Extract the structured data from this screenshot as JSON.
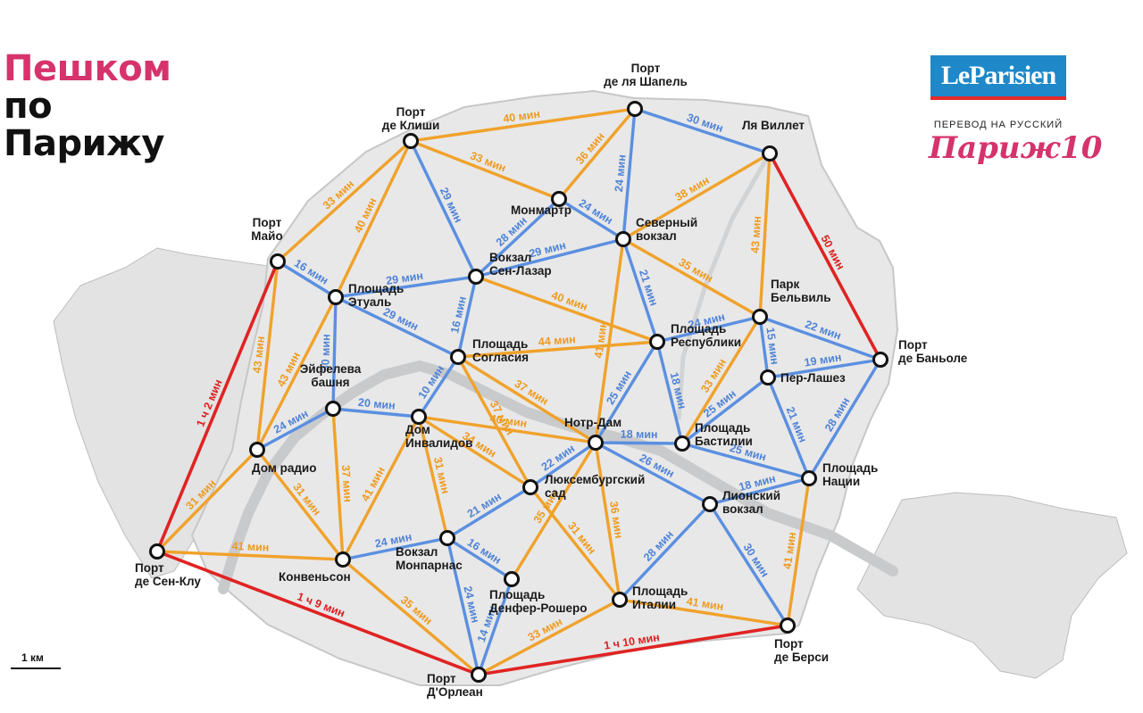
{
  "title": {
    "line1": "Пешком",
    "line2": "по",
    "line3": "Парижу"
  },
  "logo": {
    "text": "LeParisien",
    "translation": "ПЕРЕВОД НА РУССКИЙ",
    "brand": "Париж10"
  },
  "scale": {
    "label": "1 км"
  },
  "colors": {
    "blue": "#5b8fe0",
    "orange": "#f0a22b",
    "red": "#e02323",
    "title_pink": "#d6336c",
    "land": "#e6e6e6",
    "water": "#c9cacc"
  },
  "stations": [
    {
      "id": "clichy",
      "lines": [
        "Порт",
        "де Клиши"
      ]
    },
    {
      "id": "chapelle",
      "lines": [
        "Порт",
        "де ля Шапель"
      ]
    },
    {
      "id": "villette",
      "lines": [
        "Ля Виллет"
      ]
    },
    {
      "id": "montmartre",
      "lines": [
        "Монмартр"
      ]
    },
    {
      "id": "nord",
      "lines": [
        "Северный",
        "вокзал"
      ]
    },
    {
      "id": "maillot",
      "lines": [
        "Порт",
        "Майо"
      ]
    },
    {
      "id": "etoile",
      "lines": [
        "Площадь",
        "Этуаль"
      ]
    },
    {
      "id": "lazare",
      "lines": [
        "Вокзал",
        "Сен-Лазар"
      ]
    },
    {
      "id": "belleville",
      "lines": [
        "Парк",
        "Бельвиль"
      ]
    },
    {
      "id": "bagnolet",
      "lines": [
        "Порт",
        "де Баньоле"
      ]
    },
    {
      "id": "concorde",
      "lines": [
        "Площадь",
        "Согласия"
      ]
    },
    {
      "id": "republique",
      "lines": [
        "Площадь",
        "Республики"
      ]
    },
    {
      "id": "lachaise",
      "lines": [
        "Пер-Лашез"
      ]
    },
    {
      "id": "eiffel",
      "lines": [
        "Эйфелева",
        "башня"
      ]
    },
    {
      "id": "invalides",
      "lines": [
        "Дом",
        "Инвалидов"
      ]
    },
    {
      "id": "notredame",
      "lines": [
        "Нотр-Дам"
      ]
    },
    {
      "id": "bastille",
      "lines": [
        "Площадь",
        "Бастилии"
      ]
    },
    {
      "id": "radio",
      "lines": [
        "Дом радио"
      ]
    },
    {
      "id": "nation",
      "lines": [
        "Площадь",
        "Нации"
      ]
    },
    {
      "id": "luxembourg",
      "lines": [
        "Люксембургский",
        "сад"
      ]
    },
    {
      "id": "lyon",
      "lines": [
        "Лионский",
        "вокзал"
      ]
    },
    {
      "id": "montparnasse",
      "lines": [
        "Вокзал",
        "Монпарнас"
      ]
    },
    {
      "id": "stcloud",
      "lines": [
        "Порт",
        "де Сен-Клу"
      ]
    },
    {
      "id": "convention",
      "lines": [
        "Конвеньсон"
      ]
    },
    {
      "id": "denfert",
      "lines": [
        "Площадь",
        "Денфер-Рошеро"
      ]
    },
    {
      "id": "italie",
      "lines": [
        "Площадь",
        "Италии"
      ]
    },
    {
      "id": "orleans",
      "lines": [
        "Порт",
        "Д'Орлеан"
      ]
    },
    {
      "id": "bercy",
      "lines": [
        "Порт",
        "де Берси"
      ]
    }
  ],
  "routes": [
    {
      "from": "clichy",
      "to": "chapelle",
      "time": "40 мин",
      "type": "orange"
    },
    {
      "from": "chapelle",
      "to": "villette",
      "time": "30 мин",
      "type": "blue"
    },
    {
      "from": "clichy",
      "to": "montmartre",
      "time": "33 мин",
      "type": "orange"
    },
    {
      "from": "chapelle",
      "to": "montmartre",
      "time": "36 мин",
      "type": "orange"
    },
    {
      "from": "chapelle",
      "to": "nord",
      "time": "24 мин",
      "type": "blue"
    },
    {
      "from": "villette",
      "to": "nord",
      "time": "38 мин",
      "type": "orange"
    },
    {
      "from": "montmartre",
      "to": "nord",
      "time": "24 мин",
      "type": "blue"
    },
    {
      "from": "montmartre",
      "to": "lazare",
      "time": "28 мин",
      "type": "blue"
    },
    {
      "from": "clichy",
      "to": "lazare",
      "time": "29 мин",
      "type": "blue"
    },
    {
      "from": "clichy",
      "to": "maillot",
      "time": "33 мин",
      "type": "orange"
    },
    {
      "from": "clichy",
      "to": "etoile",
      "time": "40 мин",
      "type": "orange"
    },
    {
      "from": "lazare",
      "to": "nord",
      "time": "29 мин",
      "type": "blue"
    },
    {
      "from": "villette",
      "to": "belleville",
      "time": "43 мин",
      "type": "orange"
    },
    {
      "from": "villette",
      "to": "bagnolet",
      "time": "50 мин",
      "type": "red"
    },
    {
      "from": "nord",
      "to": "belleville",
      "time": "35 мин",
      "type": "orange"
    },
    {
      "from": "nord",
      "to": "republique",
      "time": "21 мин",
      "type": "blue"
    },
    {
      "from": "nord",
      "to": "notredame",
      "time": "41 мин",
      "type": "orange"
    },
    {
      "from": "maillot",
      "to": "etoile",
      "time": "16 мин",
      "type": "blue"
    },
    {
      "from": "etoile",
      "to": "lazare",
      "time": "29 мин",
      "type": "blue"
    },
    {
      "from": "lazare",
      "to": "concorde",
      "time": "16 мин",
      "type": "blue"
    },
    {
      "from": "lazare",
      "to": "republique",
      "time": "40 мин",
      "type": "orange"
    },
    {
      "from": "etoile",
      "to": "concorde",
      "time": "29 мин",
      "type": "blue"
    },
    {
      "from": "etoile",
      "to": "eiffel",
      "time": "30 мин",
      "type": "blue"
    },
    {
      "from": "etoile",
      "to": "radio",
      "time": "43 мин",
      "type": "orange"
    },
    {
      "from": "maillot",
      "to": "radio",
      "time": "43 мин",
      "type": "orange"
    },
    {
      "from": "maillot",
      "to": "stcloud",
      "time": "1 ч 2 мин",
      "type": "red"
    },
    {
      "from": "concorde",
      "to": "republique",
      "time": "44 мин",
      "type": "orange"
    },
    {
      "from": "concorde",
      "to": "invalides",
      "time": "10 мин",
      "type": "blue"
    },
    {
      "from": "concorde",
      "to": "luxembourg",
      "time": "37 мин",
      "type": "orange"
    },
    {
      "from": "concorde",
      "to": "notredame",
      "time": "37 мин",
      "type": "orange"
    },
    {
      "from": "belleville",
      "to": "republique",
      "time": "24 мин",
      "type": "blue"
    },
    {
      "from": "belleville",
      "to": "bagnolet",
      "time": "22 мин",
      "type": "blue"
    },
    {
      "from": "belleville",
      "to": "lachaise",
      "time": "15 мин",
      "type": "blue"
    },
    {
      "from": "lachaise",
      "to": "bagnolet",
      "time": "19 мин",
      "type": "blue"
    },
    {
      "from": "belleville",
      "to": "bastille",
      "time": "33 мин",
      "type": "orange"
    },
    {
      "from": "republique",
      "to": "bastille",
      "time": "18 мин",
      "type": "blue"
    },
    {
      "from": "republique",
      "to": "notredame",
      "time": "25 мин",
      "type": "blue"
    },
    {
      "from": "lachaise",
      "to": "bastille",
      "time": "25 мин",
      "type": "blue"
    },
    {
      "from": "lachaise",
      "to": "nation",
      "time": "21 мин",
      "type": "blue"
    },
    {
      "from": "bagnolet",
      "to": "nation",
      "time": "28 мин",
      "type": "blue"
    },
    {
      "from": "eiffel",
      "to": "invalides",
      "time": "20 мин",
      "type": "blue"
    },
    {
      "from": "eiffel",
      "to": "radio",
      "time": "24 мин",
      "type": "blue"
    },
    {
      "from": "eiffel",
      "to": "convention",
      "time": "37 мин",
      "type": "orange"
    },
    {
      "from": "invalides",
      "to": "notredame",
      "time": "40 мин",
      "type": "orange"
    },
    {
      "from": "invalides",
      "to": "luxembourg",
      "time": "34 мин",
      "type": "orange"
    },
    {
      "from": "invalides",
      "to": "montparnasse",
      "time": "31 мин",
      "type": "orange"
    },
    {
      "from": "invalides",
      "to": "convention",
      "time": "41 мин",
      "type": "orange"
    },
    {
      "from": "notredame",
      "to": "bastille",
      "time": "18 мин",
      "type": "blue"
    },
    {
      "from": "notredame",
      "to": "luxembourg",
      "time": "22 мин",
      "type": "blue"
    },
    {
      "from": "notredame",
      "to": "lyon",
      "time": "26 мин",
      "type": "blue"
    },
    {
      "from": "notredame",
      "to": "italie",
      "time": "36 мин",
      "type": "orange"
    },
    {
      "from": "notredame",
      "to": "denfert",
      "time": "35 мин",
      "type": "orange"
    },
    {
      "from": "bastille",
      "to": "nation",
      "time": "25 мин",
      "type": "blue"
    },
    {
      "from": "radio",
      "to": "convention",
      "time": "31 мин",
      "type": "orange"
    },
    {
      "from": "radio",
      "to": "stcloud",
      "time": "31 мин",
      "type": "orange"
    },
    {
      "from": "nation",
      "to": "lyon",
      "time": "18 мин",
      "type": "blue"
    },
    {
      "from": "nation",
      "to": "bercy",
      "time": "41 мин",
      "type": "orange"
    },
    {
      "from": "luxembourg",
      "to": "montparnasse",
      "time": "21 мин",
      "type": "blue"
    },
    {
      "from": "luxembourg",
      "to": "italie",
      "time": "31 мин",
      "type": "orange"
    },
    {
      "from": "lyon",
      "to": "italie",
      "time": "28 мин",
      "type": "blue"
    },
    {
      "from": "lyon",
      "to": "bercy",
      "time": "30 мин",
      "type": "blue"
    },
    {
      "from": "montparnasse",
      "to": "convention",
      "time": "24 мин",
      "type": "blue"
    },
    {
      "from": "montparnasse",
      "to": "denfert",
      "time": "16 мин",
      "type": "blue"
    },
    {
      "from": "montparnasse",
      "to": "orleans",
      "time": "24 мин",
      "type": "blue"
    },
    {
      "from": "stcloud",
      "to": "convention",
      "time": "41 мин",
      "type": "orange"
    },
    {
      "from": "stcloud",
      "to": "orleans",
      "time": "1 ч 9 мин",
      "type": "red"
    },
    {
      "from": "convention",
      "to": "orleans",
      "time": "35 мин",
      "type": "orange"
    },
    {
      "from": "denfert",
      "to": "orleans",
      "time": "14 мин",
      "type": "blue"
    },
    {
      "from": "italie",
      "to": "orleans",
      "time": "33 мин",
      "type": "orange"
    },
    {
      "from": "italie",
      "to": "bercy",
      "time": "41 мин",
      "type": "orange"
    },
    {
      "from": "orleans",
      "to": "bercy",
      "time": "1 ч 10 мин",
      "type": "red"
    }
  ]
}
